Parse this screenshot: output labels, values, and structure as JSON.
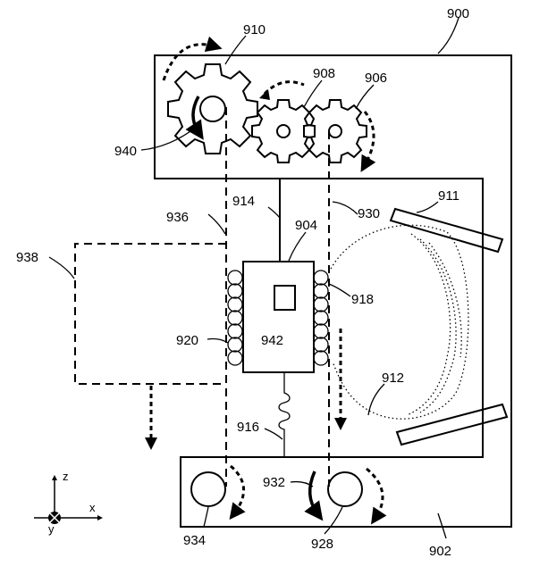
{
  "labels": {
    "l900": "900",
    "l902": "902",
    "l904": "904",
    "l906": "906",
    "l908": "908",
    "l910": "910",
    "l911": "911",
    "l912": "912",
    "l914": "914",
    "l916": "916",
    "l918": "918",
    "l920": "920",
    "l928": "928",
    "l930": "930",
    "l932": "932",
    "l934": "934",
    "l936": "936",
    "l938": "938",
    "l940": "940",
    "l942": "942"
  },
  "axes": {
    "z": "z",
    "x": "x",
    "y": "y"
  }
}
